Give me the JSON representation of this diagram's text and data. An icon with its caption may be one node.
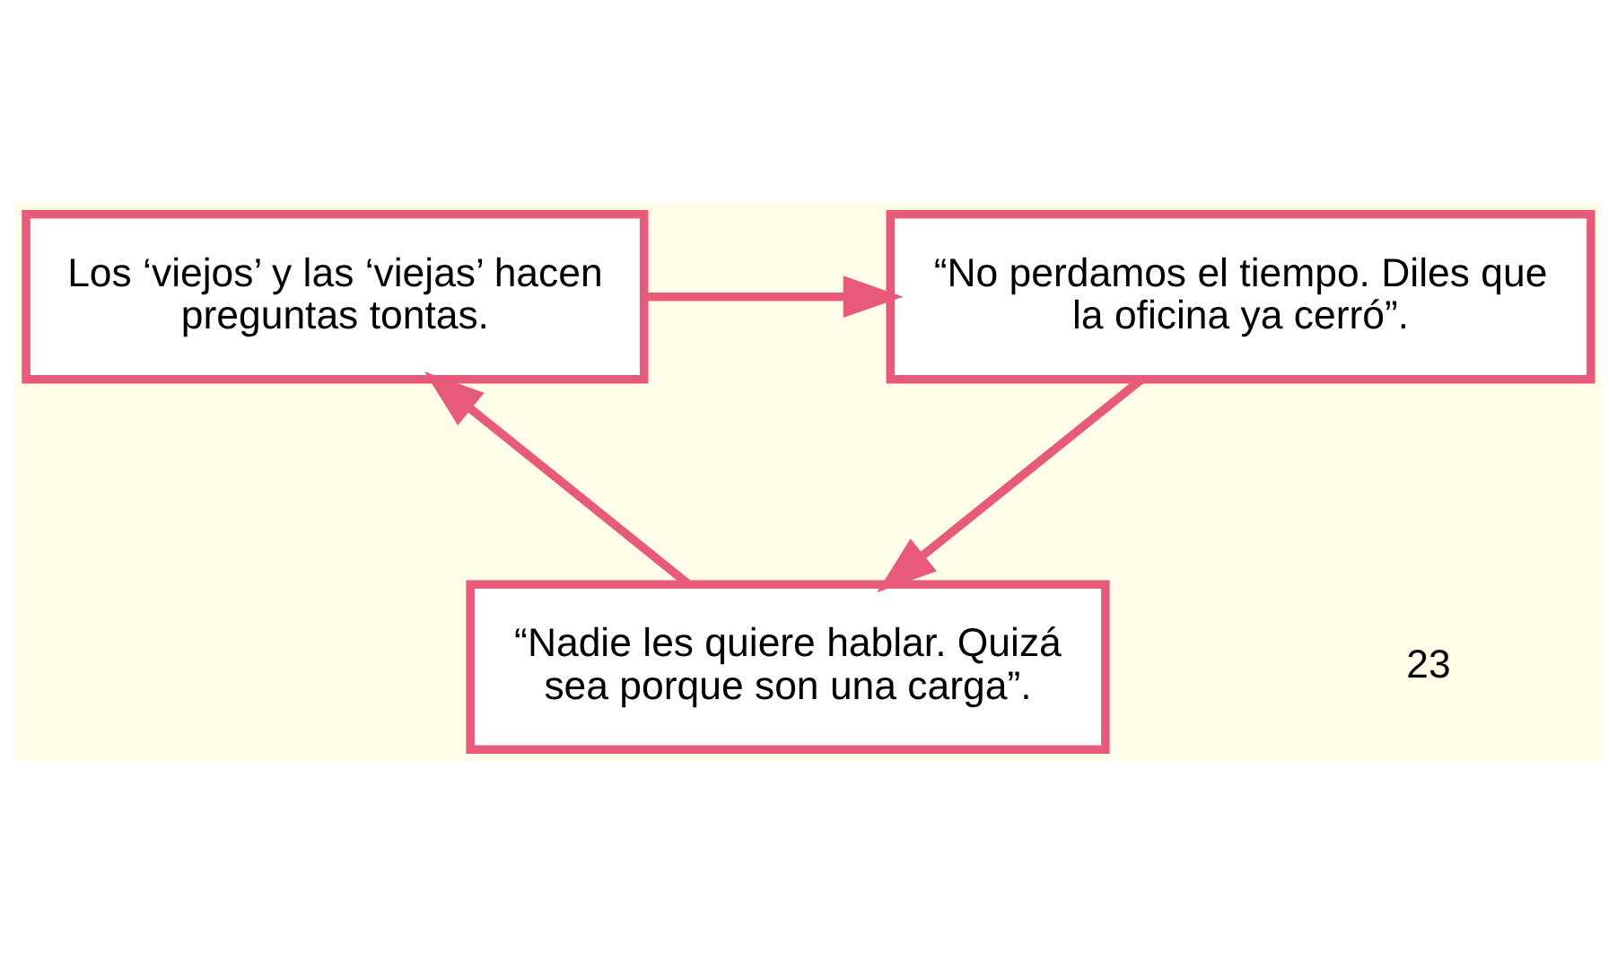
{
  "diagram": {
    "nodes": [
      {
        "text": [
          "Los ‘viejos’ y las ‘viejas’ hacen preguntas tontas."
        ]
      },
      {
        "text": [
          "“No perdamos el tiempo. Diles que la oficina ya cerró”."
        ]
      },
      {
        "text": [
          "“Nadie les quiere hablar. Quizá sea porque son una carga”."
        ]
      }
    ],
    "edges": [
      {
        "from": 0,
        "to": 1,
        "arrow": "to"
      },
      {
        "from": 1,
        "to": 2,
        "arrow": "to"
      },
      {
        "from": 2,
        "to": 0,
        "arrow": "to"
      }
    ],
    "labels": [
      "23"
    ]
  }
}
